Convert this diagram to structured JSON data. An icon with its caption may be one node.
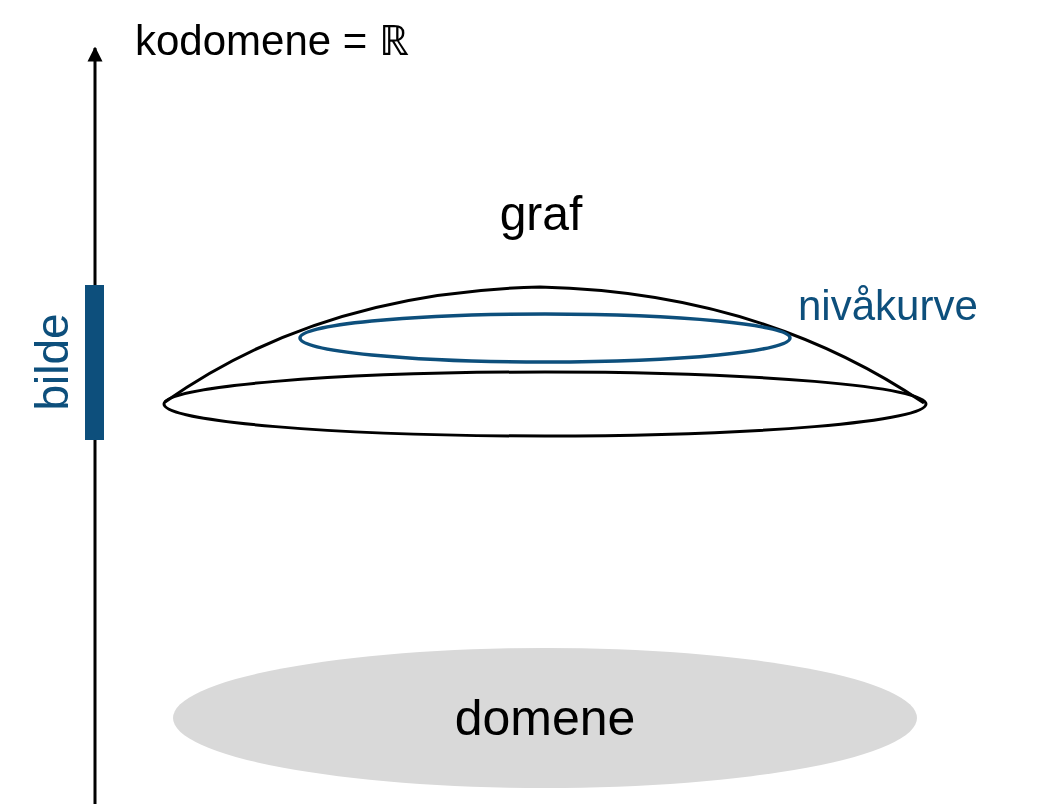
{
  "diagram": {
    "nodes": [
      {
        "text": [
          "domene"
        ]
      }
    ],
    "labels": [
      "kodomene = ℝ",
      "graf",
      "nivåkurve",
      "bilde"
    ]
  }
}
